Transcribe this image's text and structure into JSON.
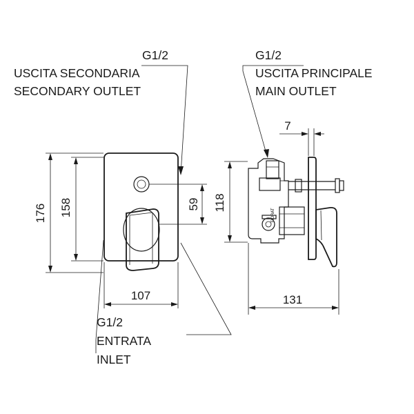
{
  "labels": {
    "secondary_thread": "G1/2",
    "secondary_it": "USCITA SECONDARIA",
    "secondary_en": "SECONDARY OUTLET",
    "main_thread": "G1/2",
    "main_it": "USCITA PRINCIPALE",
    "main_en": "MAIN OUTLET",
    "inlet_thread": "G1/2",
    "inlet_it": "ENTRATA",
    "inlet_en": "INLET"
  },
  "dimensions": {
    "overall_height": "176",
    "inner_height": "158",
    "outlet_offset": "59",
    "width": "107",
    "depth": "131",
    "side_height": "118",
    "plate_thickness": "7"
  },
  "brand_mark": "FIORAT",
  "colors": {
    "line": "#1a1a1a",
    "background": "#ffffff"
  }
}
